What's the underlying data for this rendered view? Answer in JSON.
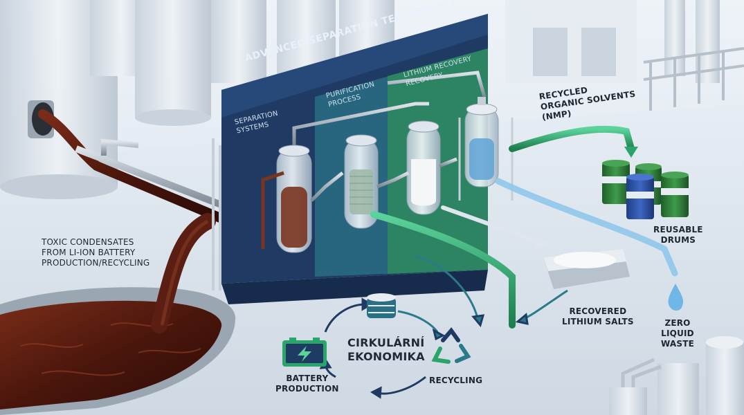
{
  "labels": {
    "panel_title": "ADVANCED SEPARATION TECHNOLOGY",
    "separation_systems": "SEPARATION\nSYSTEMS",
    "purification_process": "PURIFICATION\nPROCESS",
    "lithium_recovery": "LITHIUM RECOVERY\nRECOVERY",
    "toxic_condensates": "TOXIC CONDENSATES\nFROM Li-ion BATTERY\nPRODUCTION/RECYCLING",
    "recycled_solvents": "RECYCLED\nORGANIC SOLVENTS\n(NMP)",
    "reusable_drums": "REUSABLE\nDRUMS",
    "recovered_lithium": "RECOVERED\nLITHIUM SALTS",
    "zero_liquid_waste": "ZERO\nLIQUID\nWASTE",
    "circular_economy": "CIRKULÁRNÍ\nEKONOMIKA",
    "battery_production": "BATTERY\nPRODUCTION",
    "recycling": "RECYCLING"
  },
  "colors": {
    "panel_navy": "#1f3a63",
    "panel_teal": "#2a6f84",
    "panel_green": "#2e8a5e",
    "liquid_toxic": "#5a1e12",
    "pipe_green": "#2aa46a",
    "water_blue": "#8fc6ea",
    "drum_green": "#2f7f3a",
    "drum_blue": "#2c4fa0"
  }
}
